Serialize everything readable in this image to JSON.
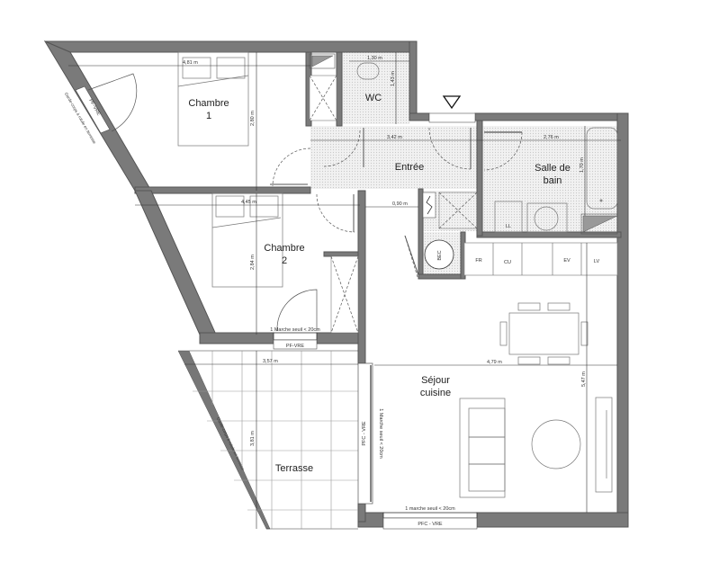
{
  "plan": {
    "entry_marker": "entrance-triangle",
    "rooms": [
      {
        "id": "chambre1",
        "label_line1": "Chambre",
        "label_line2": "1",
        "width_dim": "4,81 m",
        "height_dim": "2,80 m"
      },
      {
        "id": "wc",
        "label_line1": "WC",
        "width_dim": "1,30 m",
        "height_dim": "1,43 m"
      },
      {
        "id": "entree",
        "label_line1": "Entrée",
        "width_dim": "3,42 m"
      },
      {
        "id": "salle_de_bain",
        "label_line1": "Salle de",
        "label_line2": "bain",
        "width_dim": "2,76 m",
        "height_dim": "1,70 m"
      },
      {
        "id": "chambre2",
        "label_line1": "Chambre",
        "label_line2": "2",
        "width_dim": "4,45 m",
        "height_dim": "2,84 m"
      },
      {
        "id": "sejour",
        "label_line1": "Séjour",
        "label_line2": "cuisine",
        "width_dim": "4,79 m",
        "height_dim": "5,47 m"
      },
      {
        "id": "terrasse",
        "label_line1": "Terrasse",
        "width_dim": "3,57 m",
        "height_dim": "3,81 m"
      }
    ],
    "corridor_dim": "0,90 m",
    "kitchen_units": [
      "FR",
      "CU",
      "",
      "EV",
      "LV"
    ],
    "appliance_labels": {
      "laundry": "LL",
      "water_heater": "BEC"
    },
    "openings": {
      "chambre2_threshold": "1 Marche seuil < 20cm",
      "chambre2_window": "PF-VRE",
      "sejour_side_window": "PFC - VRE",
      "sejour_side_threshold": "1 Marche seuil < 20cm",
      "sejour_bottom_threshold": "1 marche seuil < 20cm",
      "sejour_bottom_window": "PFC - VRE",
      "chambre1_window": "PF-VRE",
      "chambre1_guard": "Garde-corps à rotule en terrasse",
      "terrasse_guard": "Garde-corps à rotule en terrasse"
    }
  }
}
